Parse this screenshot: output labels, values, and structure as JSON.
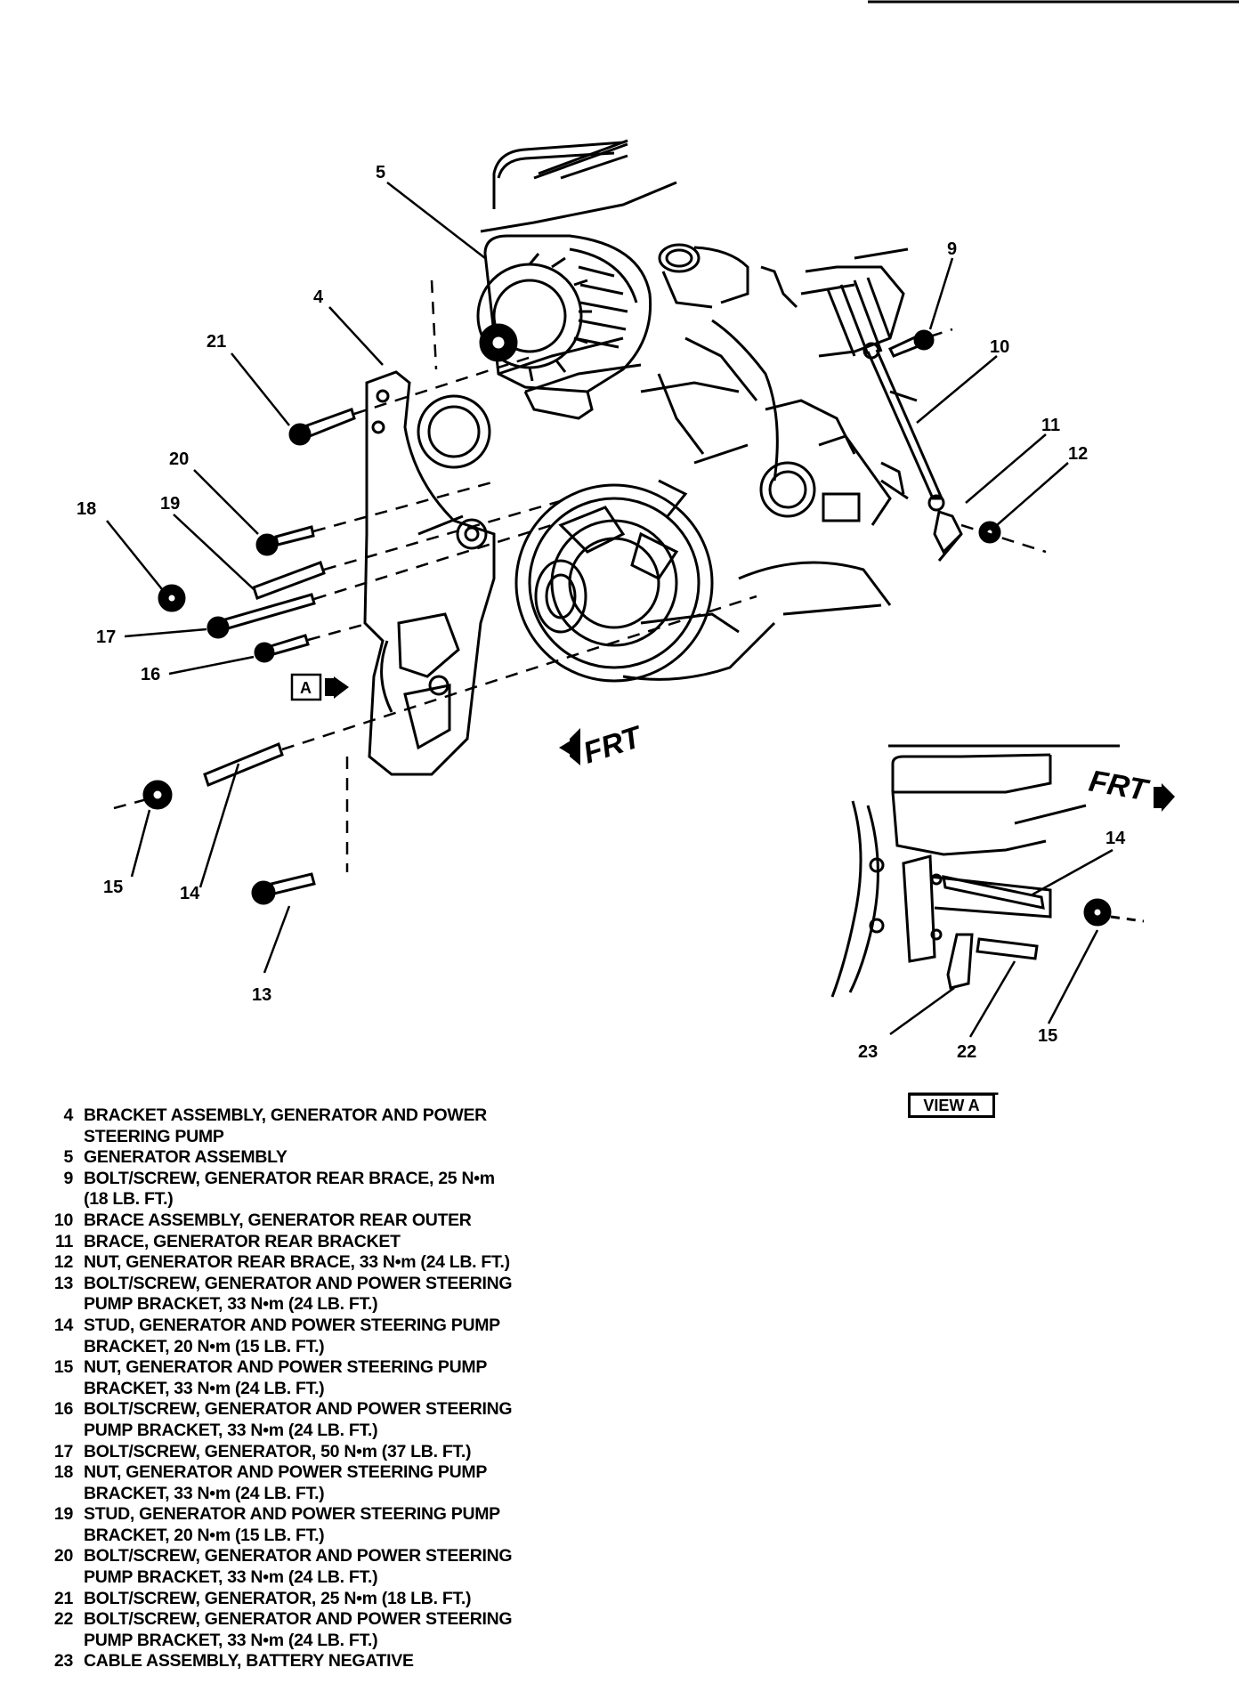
{
  "diagram": {
    "callouts": {
      "c5": "5",
      "c4": "4",
      "c21": "21",
      "c20": "20",
      "c19": "19",
      "c18": "18",
      "c17": "17",
      "c16": "16",
      "c15": "15",
      "c14": "14",
      "c13": "13",
      "c9": "9",
      "c10": "10",
      "c11": "11",
      "c12": "12"
    },
    "view_a_marker": "A",
    "front_label": "FRT"
  },
  "view_a": {
    "callouts": {
      "c14": "14",
      "c23": "23",
      "c22": "22",
      "c15": "15"
    },
    "front_label": "FRT",
    "title": "VIEW A"
  },
  "legend": [
    {
      "num": "4",
      "text": "BRACKET ASSEMBLY, GENERATOR AND POWER\nSTEERING PUMP"
    },
    {
      "num": "5",
      "text": "GENERATOR ASSEMBLY"
    },
    {
      "num": "9",
      "text": "BOLT/SCREW, GENERATOR REAR BRACE, 25 N•m\n(18 LB. FT.)"
    },
    {
      "num": "10",
      "text": "BRACE ASSEMBLY, GENERATOR REAR OUTER"
    },
    {
      "num": "11",
      "text": "BRACE, GENERATOR REAR BRACKET"
    },
    {
      "num": "12",
      "text": "NUT, GENERATOR REAR BRACE, 33 N•m (24 LB. FT.)"
    },
    {
      "num": "13",
      "text": "BOLT/SCREW, GENERATOR AND POWER STEERING\nPUMP BRACKET, 33 N•m (24 LB. FT.)"
    },
    {
      "num": "14",
      "text": "STUD, GENERATOR AND POWER STEERING PUMP\nBRACKET, 20 N•m (15 LB. FT.)"
    },
    {
      "num": "15",
      "text": "NUT, GENERATOR AND POWER STEERING PUMP\nBRACKET, 33 N•m (24 LB. FT.)"
    },
    {
      "num": "16",
      "text": "BOLT/SCREW, GENERATOR AND POWER STEERING\nPUMP BRACKET, 33 N•m (24 LB. FT.)"
    },
    {
      "num": "17",
      "text": "BOLT/SCREW, GENERATOR, 50 N•m (37 LB. FT.)"
    },
    {
      "num": "18",
      "text": "NUT, GENERATOR AND POWER STEERING PUMP\nBRACKET, 33 N•m (24 LB. FT.)"
    },
    {
      "num": "19",
      "text": "STUD, GENERATOR AND POWER STEERING PUMP\nBRACKET, 20 N•m (15 LB. FT.)"
    },
    {
      "num": "20",
      "text": "BOLT/SCREW, GENERATOR AND POWER STEERING\nPUMP BRACKET, 33 N•m (24 LB. FT.)"
    },
    {
      "num": "21",
      "text": "BOLT/SCREW, GENERATOR, 25 N•m (18 LB. FT.)"
    },
    {
      "num": "22",
      "text": "BOLT/SCREW, GENERATOR AND POWER STEERING\nPUMP BRACKET, 33 N•m (24 LB. FT.)"
    },
    {
      "num": "23",
      "text": "CABLE ASSEMBLY, BATTERY NEGATIVE"
    }
  ]
}
